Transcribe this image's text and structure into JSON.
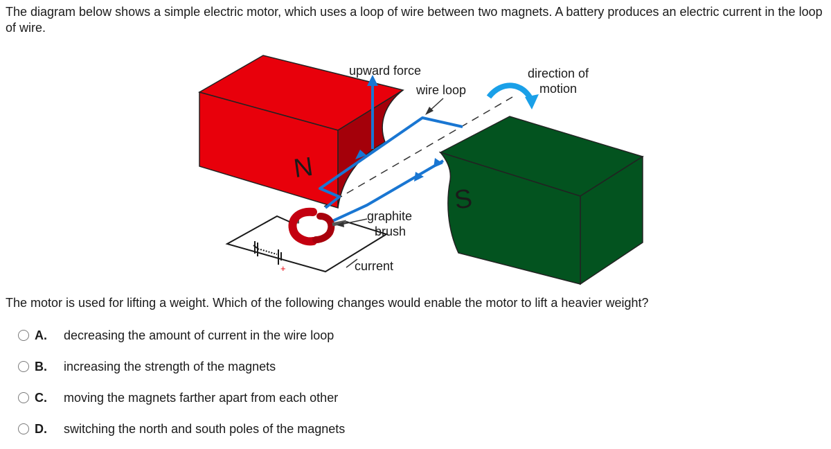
{
  "intro_text": "The diagram below shows a simple electric motor, which uses a loop of wire between two magnets. A battery produces an electric current in the loop of wire.",
  "diagram": {
    "labels": {
      "upward_force": "upward force",
      "wire_loop": "wire loop",
      "direction_line1": "direction of",
      "direction_line2": "motion",
      "graphite_line1": "graphite",
      "graphite_line2": "brush",
      "current": "current",
      "north": "N",
      "south": "S",
      "battery_plus": "+"
    },
    "colors": {
      "north_magnet": "#e8000b",
      "south_magnet": "#03531f",
      "wire": "#1976d2",
      "motion_arrow": "#1aa0e8"
    }
  },
  "question": "The motor is used for lifting a weight. Which of the following changes would enable the motor to lift a heavier weight?",
  "choices": [
    {
      "letter": "A.",
      "text": "decreasing the amount of current in the wire loop"
    },
    {
      "letter": "B.",
      "text": "increasing the strength of the magnets"
    },
    {
      "letter": "C.",
      "text": "moving the magnets farther apart from each other"
    },
    {
      "letter": "D.",
      "text": "switching the north and south poles of the magnets"
    }
  ]
}
